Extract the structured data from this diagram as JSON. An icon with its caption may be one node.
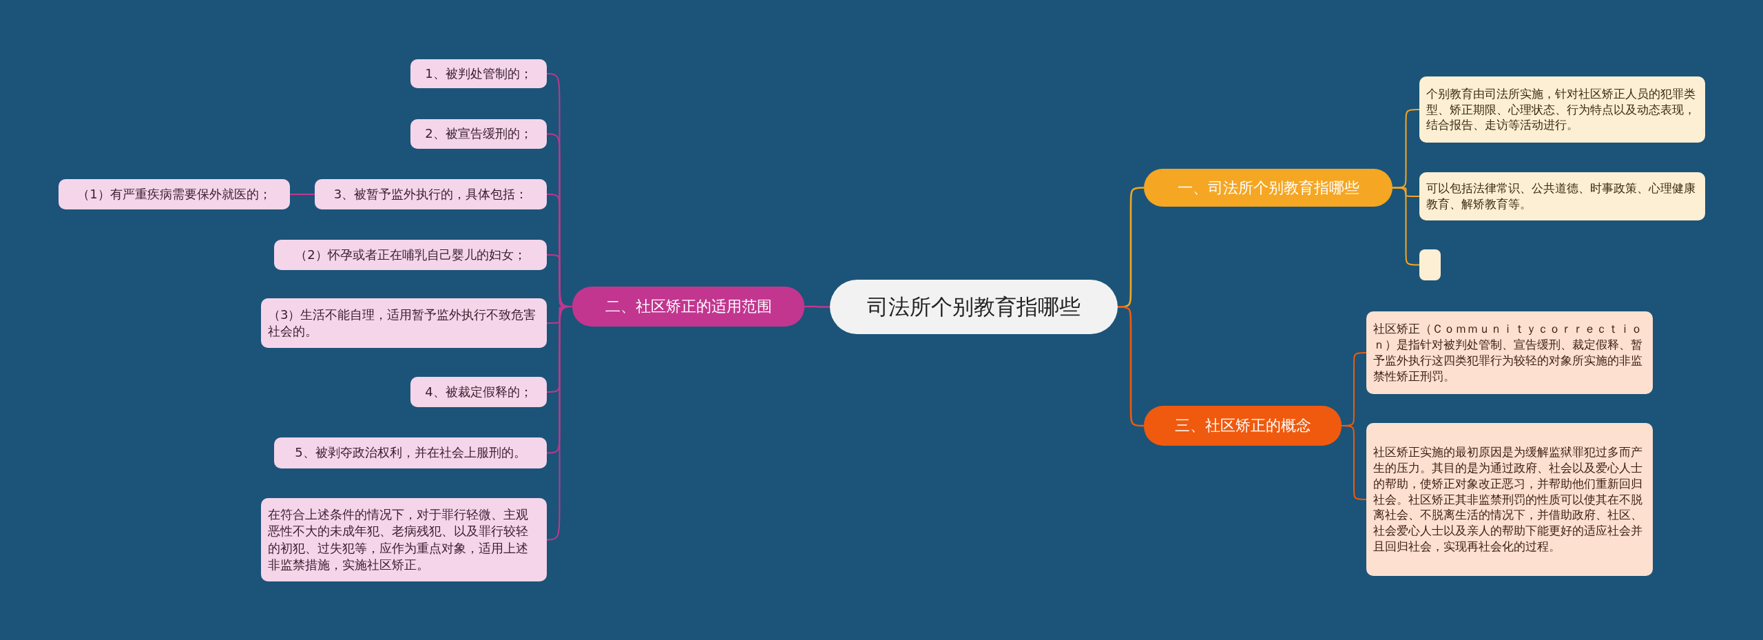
{
  "diagram": {
    "nodes": [
      {
        "text": [
          "司法所个别教育指哪些"
        ]
      },
      {
        "text": [
          "一、司法所个别教育指哪些"
        ]
      },
      {
        "text": [
          "个别教育由司法所实施，针对社区矫正人员的犯罪类型、矫正期限、心理状态、行为特点以及动态表现，结合报告、走访等活动进行。"
        ]
      },
      {
        "text": [
          "可以包括法律常识、公共道德、时事政策、心理健康教育、解矫教育等。"
        ]
      },
      {
        "text": [],
        "shape": "box"
      },
      {
        "text": [
          "二、社区矫正的适用范围"
        ]
      },
      {
        "text": [
          "1、被判处管制的；"
        ]
      },
      {
        "text": [
          "2、被宣告缓刑的；"
        ]
      },
      {
        "text": [
          "3、被暂予监外执行的，具体包括："
        ]
      },
      {
        "text": [
          "（1）有严重疾病需要保外就医的；"
        ]
      },
      {
        "text": [
          "（2）怀孕或者正在哺乳自己婴儿的妇女；"
        ]
      },
      {
        "text": [
          "（3）生活不能自理，适用暂予监外执行不致危害社会的。"
        ]
      },
      {
        "text": [
          "4、被裁定假释的；"
        ]
      },
      {
        "text": [
          "5、被剥夺政治权利，并在社会上服刑的。"
        ]
      },
      {
        "text": [
          "在符合上述条件的情况下，对于罪行轻微、主观恶性不大的未成年犯、老病残犯、以及罪行较轻的初犯、过失犯等，应作为重点对象，适用上述非监禁措施，实施社区矫正。"
        ]
      },
      {
        "text": [
          "三、社区矫正的概念"
        ]
      },
      {
        "text": [
          "社区矫正（Ｃｏｍｍｕｎｉｔｙｃｏｒｒｅｃｔｉｏｎ）是指针对被判处管制、宣告缓刑、裁定假释、暂予监外执行这四类犯罪行为较轻的对象所实施的非监禁性矫正刑罚。"
        ]
      },
      {
        "text": [
          "社区矫正实施的最初原因是为缓解监狱罪犯过多而产生的压力。其目的是为通过政府、社会以及爱心人士的帮助，使矫正对象改正恶习，并帮助他们重新回归社会。社区矫正其非监禁刑罚的性质可以使其在不脱离社会、不脱离生活的情况下，并借助政府、社区、社会爱心人士以及亲人的帮助下能更好的适应社会并且回归社会，实现再社会化的过程。"
        ]
      }
    ],
    "edges": [
      {
        "from": 0,
        "to": 1,
        "arrow": "none",
        "color": "#f5a623"
      },
      {
        "from": 1,
        "to": 2,
        "arrow": "none",
        "color": "#f5a623"
      },
      {
        "from": 1,
        "to": 3,
        "arrow": "none",
        "color": "#f5a623"
      },
      {
        "from": 1,
        "to": 4,
        "arrow": "none",
        "color": "#f5a623"
      },
      {
        "from": 0,
        "to": 5,
        "arrow": "none"
      },
      {
        "from": 5,
        "to": 6,
        "arrow": "none"
      },
      {
        "from": 5,
        "to": 7,
        "arrow": "none"
      },
      {
        "from": 5,
        "to": 8,
        "arrow": "none"
      },
      {
        "from": 8,
        "to": 9,
        "arrow": "none"
      },
      {
        "from": 5,
        "to": 10,
        "arrow": "none"
      },
      {
        "from": 5,
        "to": 11,
        "arrow": "none"
      },
      {
        "from": 5,
        "to": 12,
        "arrow": "none"
      },
      {
        "from": 5,
        "to": 13,
        "arrow": "none"
      },
      {
        "from": 5,
        "to": 14,
        "arrow": "none"
      },
      {
        "from": 0,
        "to": 15,
        "arrow": "none",
        "color": "#f05a0e"
      },
      {
        "from": 15,
        "to": 16,
        "arrow": "none",
        "color": "#f05a0e"
      },
      {
        "from": 15,
        "to": 17,
        "arrow": "none",
        "color": "#f05a0e"
      }
    ]
  }
}
